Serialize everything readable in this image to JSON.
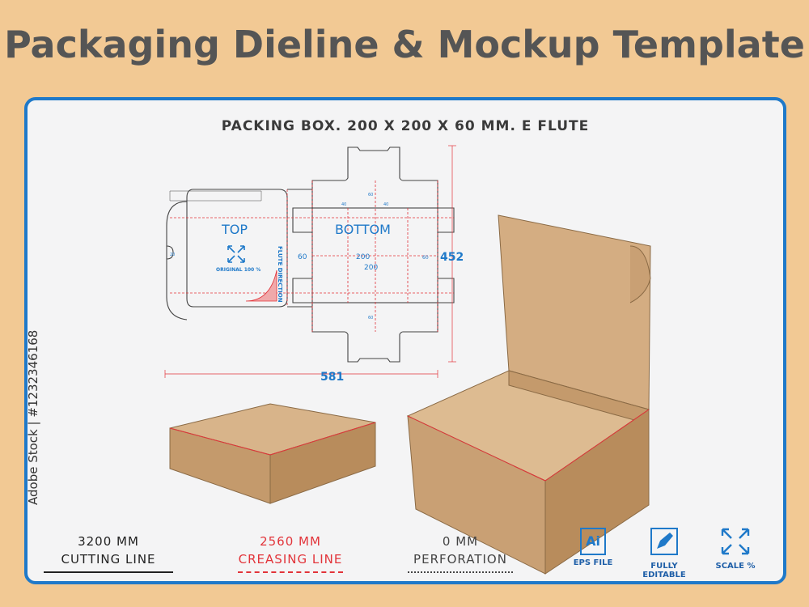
{
  "header": {
    "title": "Packaging Dieline & Mockup Template"
  },
  "subtitle": "PACKING BOX.  200 X 200 X 60 MM.  E FLUTE",
  "watermark_id": "Adobe Stock | #1232346168",
  "dieline": {
    "top_label": "TOP",
    "bottom_label": "BOTTOM",
    "original_label": "ORIGINAL 100 %",
    "flute_label": "FLUTE DIRECTION",
    "dim_height": "452",
    "dim_width": "581",
    "dim_60": "60",
    "dim_200a": "200",
    "dim_200b": "200",
    "dim_60_right": "60",
    "dim_40a": "40",
    "dim_40b": "40",
    "dim_60_top": "60",
    "dim_60_bottom": "60",
    "dim_20": "20"
  },
  "legend": [
    {
      "value": "3200 MM",
      "label": "CUTTING LINE",
      "color": "#222222"
    },
    {
      "value": "2560 MM",
      "label": "CREASING LINE",
      "color": "#e2343a"
    },
    {
      "value": "0 MM",
      "label": "PERFORATION",
      "color": "#444444"
    }
  ],
  "features": [
    {
      "icon": "ai-file-icon",
      "text": "Ai",
      "label": "EPS FILE"
    },
    {
      "icon": "pen-edit-icon",
      "label": "FULLY EDITABLE"
    },
    {
      "icon": "scale-arrows-icon",
      "label": "SCALE %"
    }
  ],
  "colors": {
    "background": "#f2c994",
    "accent": "#1f79c9",
    "cardboard": "#c9a074",
    "crease": "#e2343a",
    "title": "#555555"
  }
}
